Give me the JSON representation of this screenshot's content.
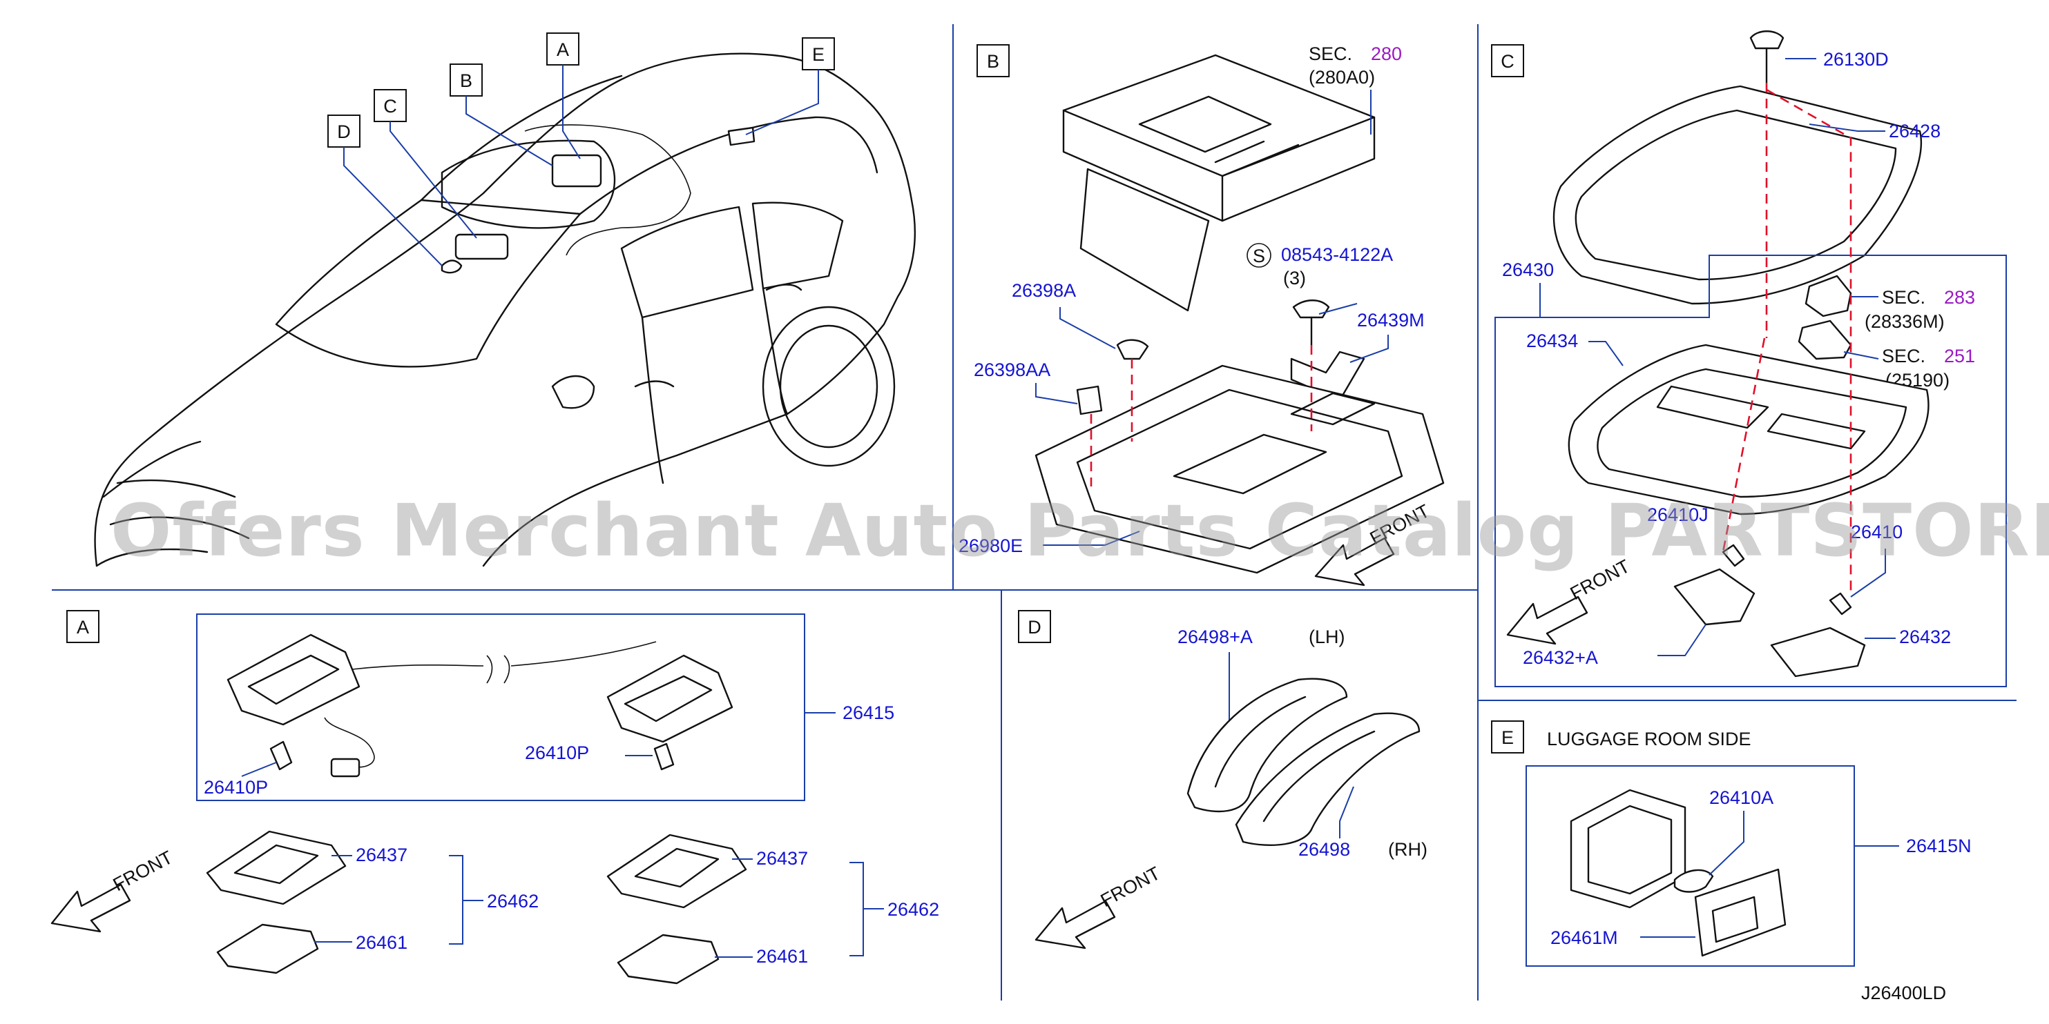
{
  "sections": {
    "A": "A",
    "B": "B",
    "C": "C",
    "D": "D",
    "E": "E"
  },
  "vehicle_callouts": [
    "A",
    "B",
    "C",
    "D",
    "E"
  ],
  "panel_B": {
    "sec_label": "SEC.",
    "sec_number": "280",
    "sec_sub": "(280A0)",
    "screw_symbol": "S",
    "screw_part": "08543-4122A",
    "screw_qty": "(3)",
    "part_26398A": "26398A",
    "part_26398AA": "26398AA",
    "part_26439M": "26439M",
    "part_partial": "26980E",
    "front_label": "FRONT"
  },
  "panel_C": {
    "part_26130D": "26130D",
    "part_26428": "26428",
    "part_26430": "26430",
    "part_26434": "26434",
    "sec_label_1": "SEC.",
    "sec_number_1": "283",
    "sec_sub_1": "(28336M)",
    "sec_label_2": "SEC.",
    "sec_number_2": "251",
    "sec_sub_2": "(25190)",
    "part_26410J": "26410J",
    "part_26410": "26410",
    "part_26432A": "26432+A",
    "part_26432": "26432",
    "front_label": "FRONT"
  },
  "panel_A": {
    "part_26415": "26415",
    "part_26410P_1": "26410P",
    "part_26410P_2": "26410P",
    "part_26437_1": "26437",
    "part_26462_1": "26462",
    "part_26461_1": "26461",
    "part_26437_2": "26437",
    "part_26462_2": "26462",
    "part_26461_2": "26461",
    "front_label": "FRONT"
  },
  "panel_D": {
    "part_26498A": "26498+A",
    "lh": "(LH)",
    "part_26498": "26498",
    "rh": "(RH)",
    "front_label": "FRONT"
  },
  "panel_E": {
    "title": "LUGGAGE   ROOM   SIDE",
    "part_26410A": "26410A",
    "part_26415N": "26415N",
    "part_26461M": "26461M"
  },
  "diagram_code": "J26400LD",
  "watermark": "Offers Merchant Auto Parts Catalog PARTSTORE.SA"
}
